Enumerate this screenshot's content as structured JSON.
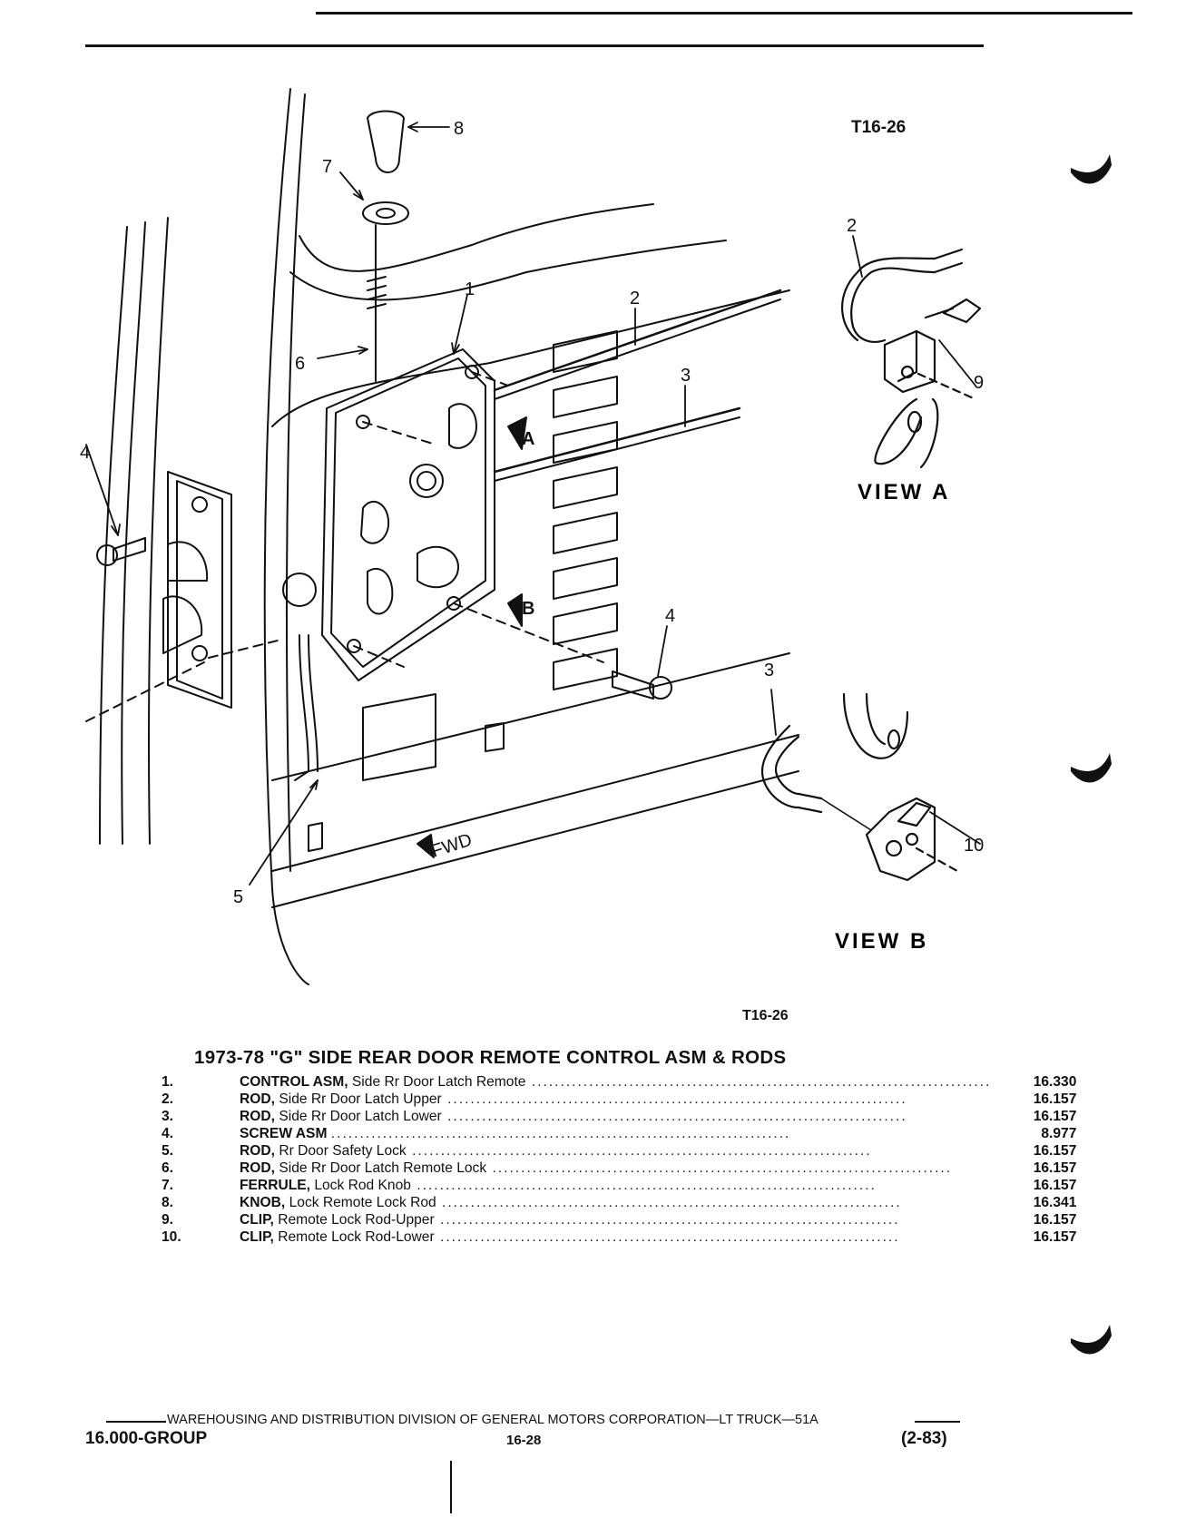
{
  "figure": {
    "code_top": "T16-26",
    "code_bottom": "T16-26",
    "view_a_label": "VIEW A",
    "view_b_label": "VIEW B",
    "fwd_label": "FWD",
    "callouts": [
      "1",
      "2",
      "3",
      "4",
      "5",
      "6",
      "7",
      "8",
      "9",
      "10"
    ],
    "arrow_labels": [
      "A",
      "B"
    ]
  },
  "parts_list": {
    "title": "1973-78 \"G\" SIDE REAR DOOR REMOTE CONTROL ASM & RODS",
    "items": [
      {
        "num": "1.",
        "name": "CONTROL ASM,",
        "desc": "Side Rr Door Latch Remote",
        "ref": "16.330"
      },
      {
        "num": "2.",
        "name": "ROD,",
        "desc": "Side Rr Door Latch Upper",
        "ref": "16.157"
      },
      {
        "num": "3.",
        "name": "ROD,",
        "desc": "Side Rr Door Latch Lower",
        "ref": "16.157"
      },
      {
        "num": "4.",
        "name": "SCREW ASM",
        "desc": "",
        "ref": "8.977"
      },
      {
        "num": "5.",
        "name": "ROD,",
        "desc": "Rr Door Safety Lock",
        "ref": "16.157"
      },
      {
        "num": "6.",
        "name": "ROD,",
        "desc": "Side Rr Door Latch Remote Lock",
        "ref": "16.157"
      },
      {
        "num": "7.",
        "name": "FERRULE,",
        "desc": "Lock Rod Knob",
        "ref": "16.157"
      },
      {
        "num": "8.",
        "name": "KNOB,",
        "desc": "Lock Remote Lock Rod",
        "ref": "16.341"
      },
      {
        "num": "9.",
        "name": "CLIP,",
        "desc": "Remote Lock Rod-Upper",
        "ref": "16.157"
      },
      {
        "num": "10.",
        "name": "CLIP,",
        "desc": "Remote Lock Rod-Lower",
        "ref": "16.157"
      }
    ]
  },
  "footer": {
    "publisher_line": "WAREHOUSING AND DISTRIBUTION  DIVISION OF GENERAL MOTORS CORPORATION—LT TRUCK—51A",
    "group": "16.000-GROUP",
    "page": "16-28",
    "date": "(2-83)"
  }
}
